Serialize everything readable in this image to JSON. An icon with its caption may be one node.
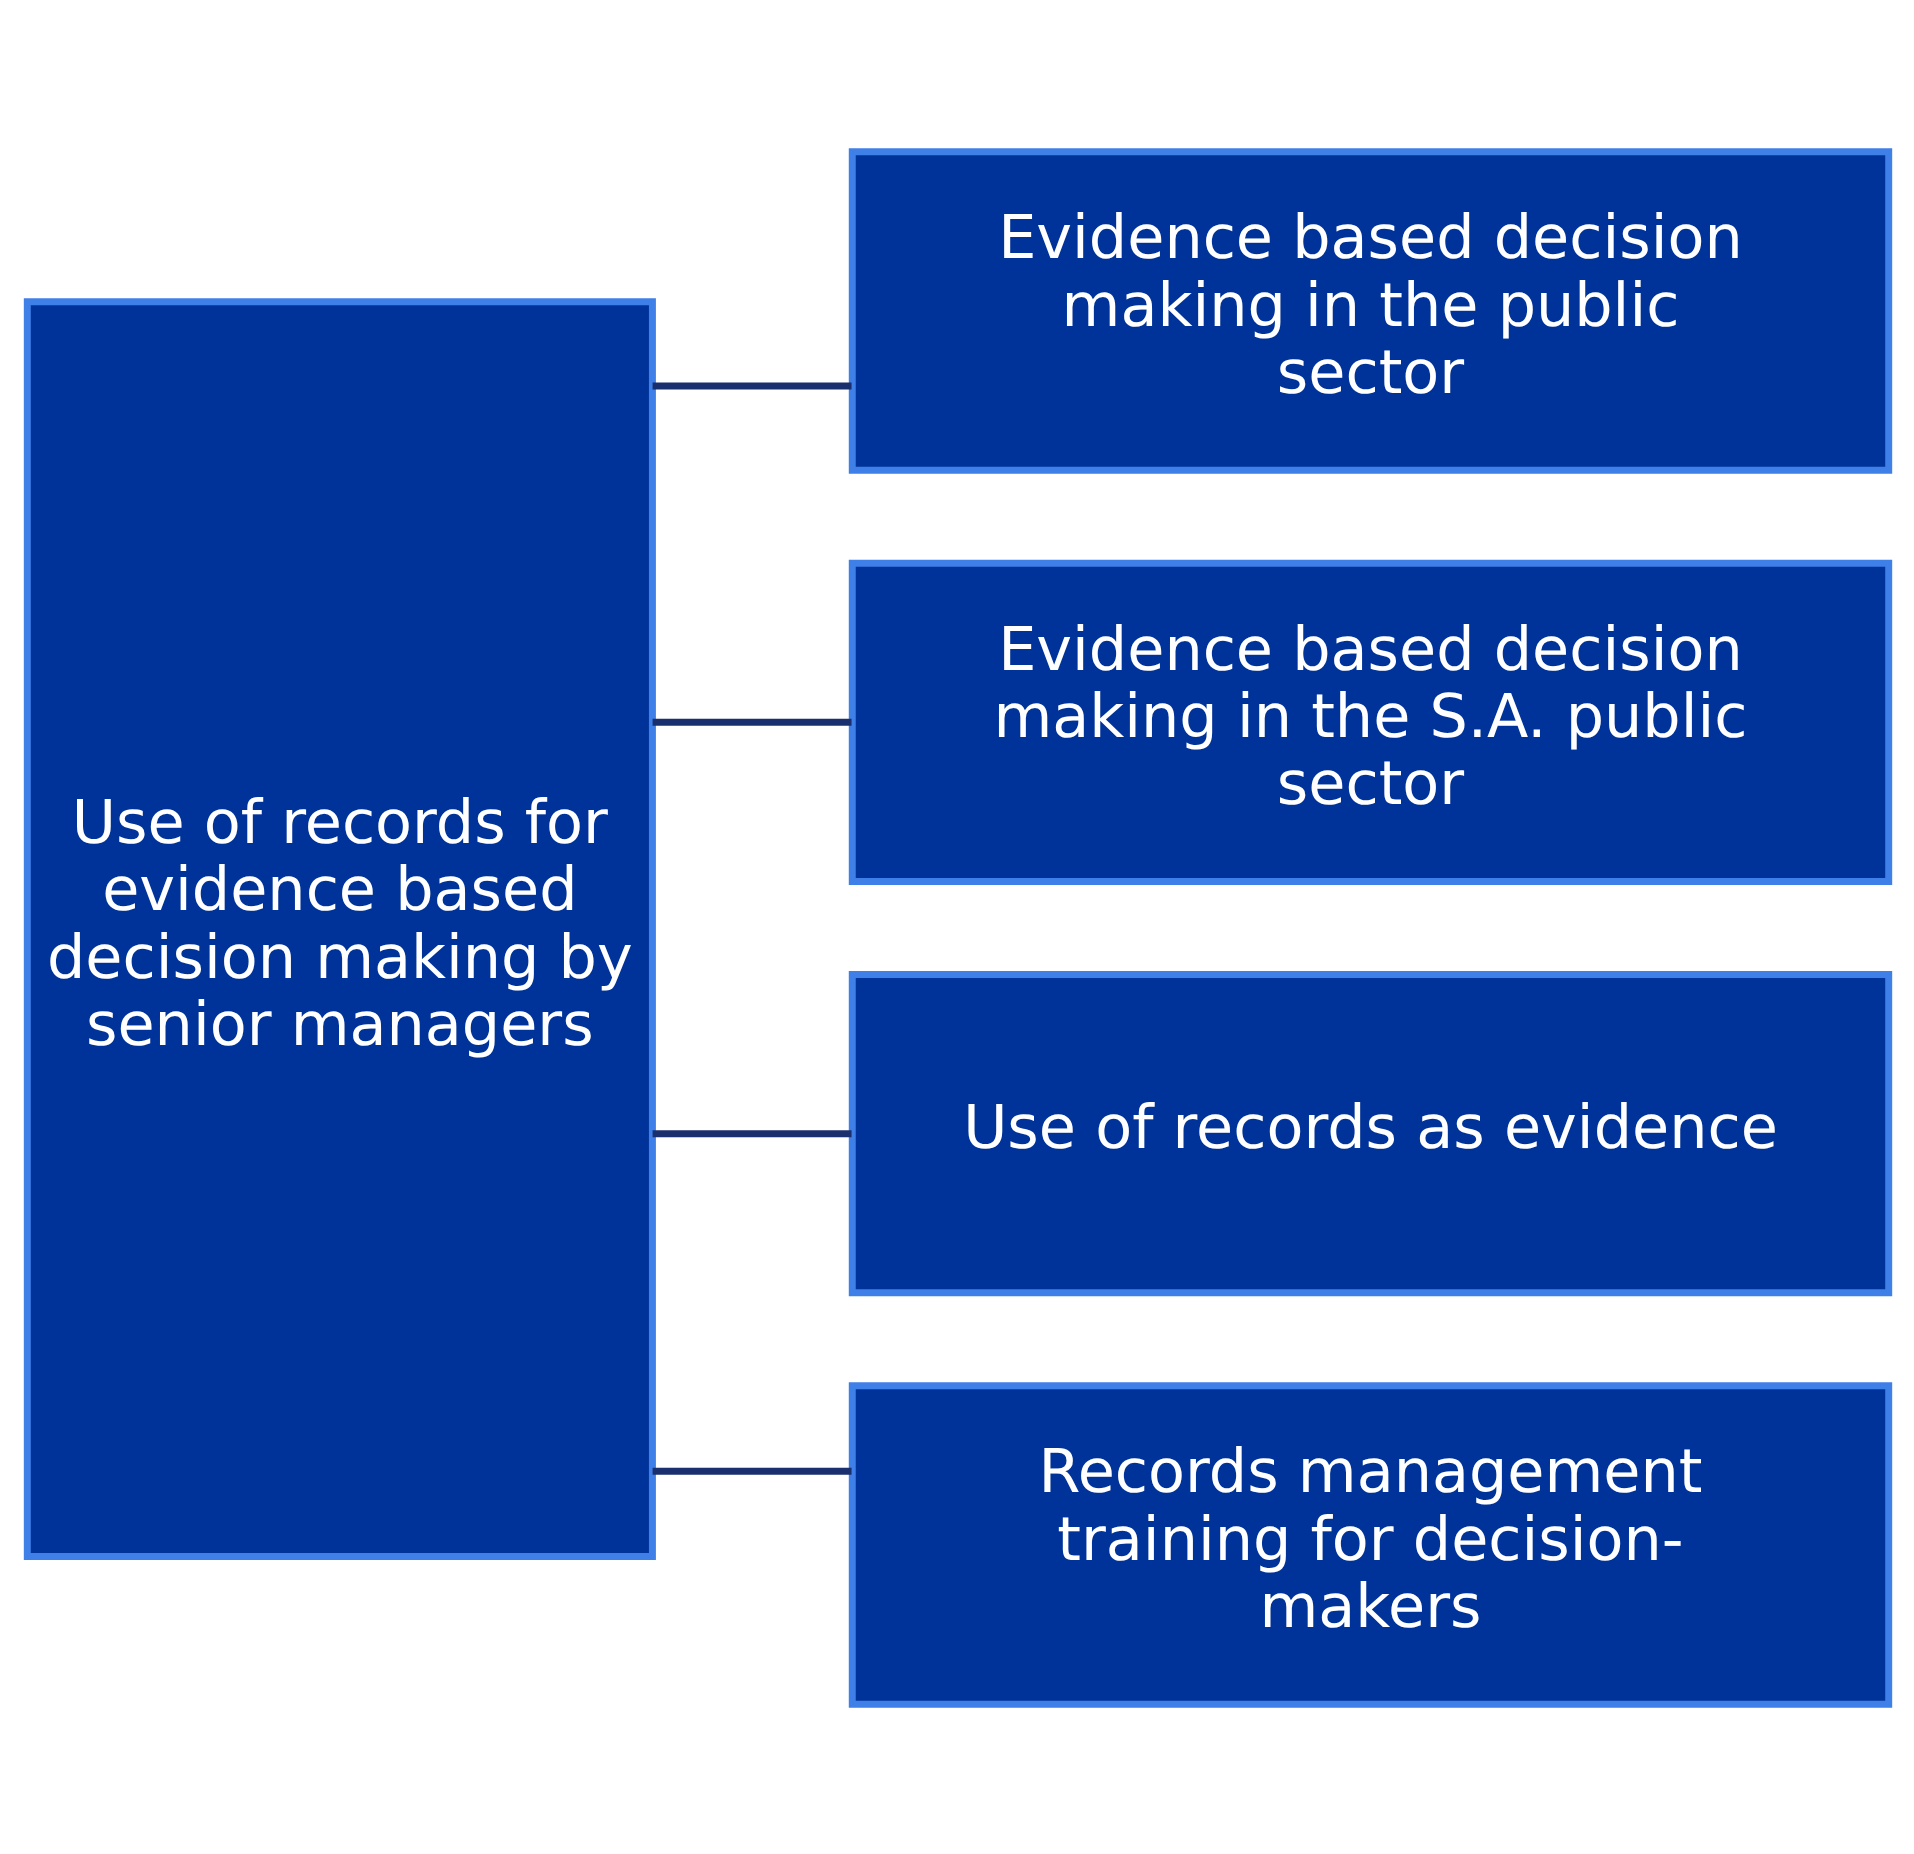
{
  "diagram": {
    "nodes": [
      {
        "text": [
          "Use of records for evidence based decision making by senior managers"
        ]
      },
      {
        "text": [
          "Evidence based decision making in the public sector"
        ]
      },
      {
        "text": [
          "Evidence based decision making in the S.A. public sector"
        ]
      },
      {
        "text": [
          "Use of records as evidence"
        ]
      },
      {
        "text": [
          "Records management training for decision-makers"
        ]
      }
    ],
    "edges": [
      {
        "from": 0,
        "to": 1,
        "arrow": "none"
      },
      {
        "from": 0,
        "to": 2,
        "arrow": "none"
      },
      {
        "from": 0,
        "to": 3,
        "arrow": "none"
      },
      {
        "from": 0,
        "to": 4,
        "arrow": "none"
      }
    ]
  }
}
